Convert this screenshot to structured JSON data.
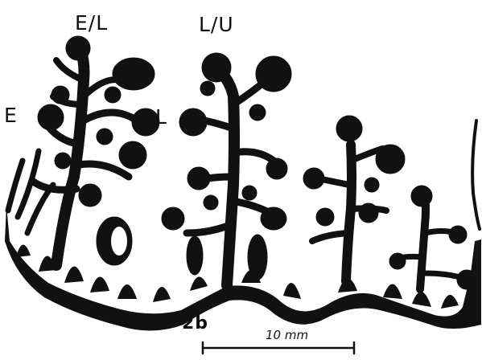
{
  "figure": {
    "labels": {
      "upper_left": "E/L",
      "upper_middle": "L/U",
      "left": "E",
      "middle": "L"
    },
    "panel_label": "2b",
    "scale_bar": {
      "text": "10 mm"
    },
    "ink_color": "#111111",
    "background_color": "#ffffff"
  }
}
